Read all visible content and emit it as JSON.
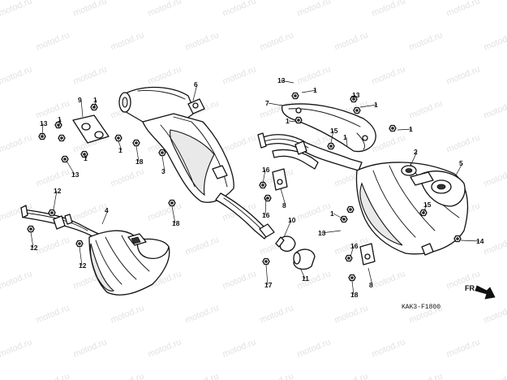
{
  "watermark": "motod.ru",
  "figure_code": "KAK3-F1800",
  "direction_label": "FR.",
  "callouts": [
    "1",
    "2",
    "3",
    "4",
    "5",
    "6",
    "7",
    "8",
    "9",
    "10",
    "11",
    "12",
    "13",
    "14",
    "15",
    "16",
    "17",
    "18"
  ]
}
